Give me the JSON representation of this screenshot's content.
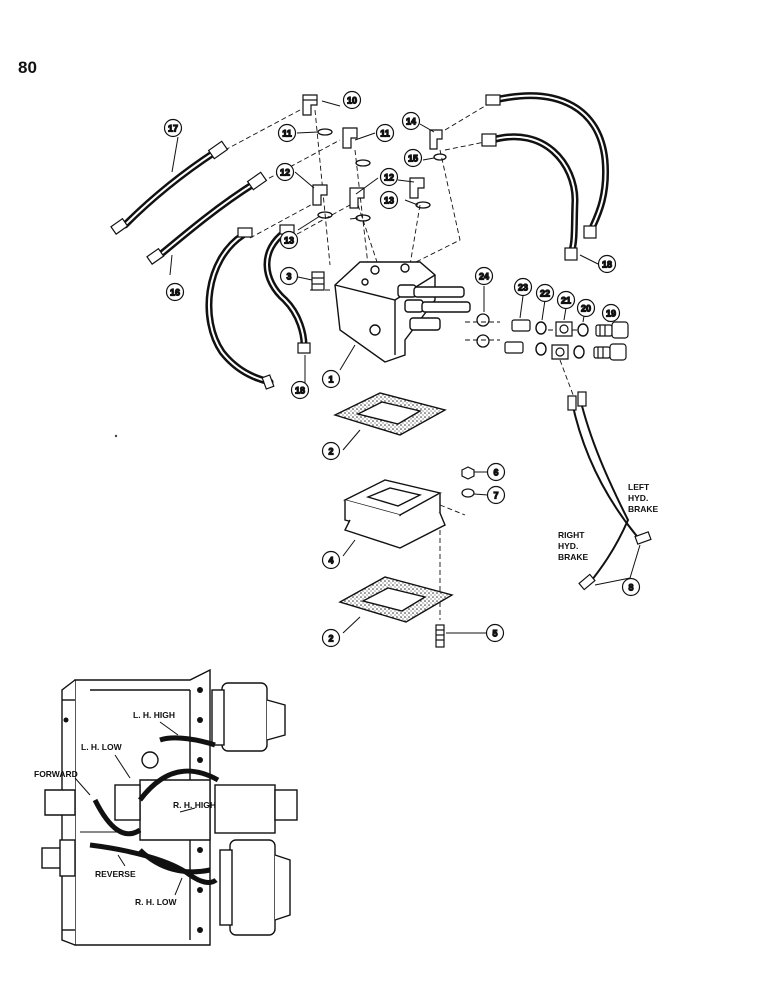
{
  "page_number": "80",
  "callouts": [
    {
      "num": "1"
    },
    {
      "num": "2"
    },
    {
      "num": "2"
    },
    {
      "num": "3"
    },
    {
      "num": "4"
    },
    {
      "num": "5"
    },
    {
      "num": "6"
    },
    {
      "num": "7"
    },
    {
      "num": "8"
    },
    {
      "num": "10"
    },
    {
      "num": "11"
    },
    {
      "num": "11"
    },
    {
      "num": "12"
    },
    {
      "num": "12"
    },
    {
      "num": "13"
    },
    {
      "num": "13"
    },
    {
      "num": "14"
    },
    {
      "num": "15"
    },
    {
      "num": "16"
    },
    {
      "num": "17"
    },
    {
      "num": "18"
    },
    {
      "num": "18"
    },
    {
      "num": "19"
    },
    {
      "num": "20"
    },
    {
      "num": "21"
    },
    {
      "num": "22"
    },
    {
      "num": "23"
    },
    {
      "num": "24"
    }
  ],
  "labels": {
    "left_brake": [
      "LEFT",
      "HYD.",
      "BRAKE"
    ],
    "right_brake": [
      "RIGHT",
      "HYD.",
      "BRAKE"
    ],
    "lh_high": "L. H. HIGH",
    "lh_low": "L. H. LOW",
    "forward": "FORWARD",
    "rh_high": "R. H. HIGH",
    "reverse": "REVERSE",
    "rh_low": "R. H. LOW"
  },
  "colors": {
    "ink": "#111111",
    "paper": "#ffffff"
  }
}
